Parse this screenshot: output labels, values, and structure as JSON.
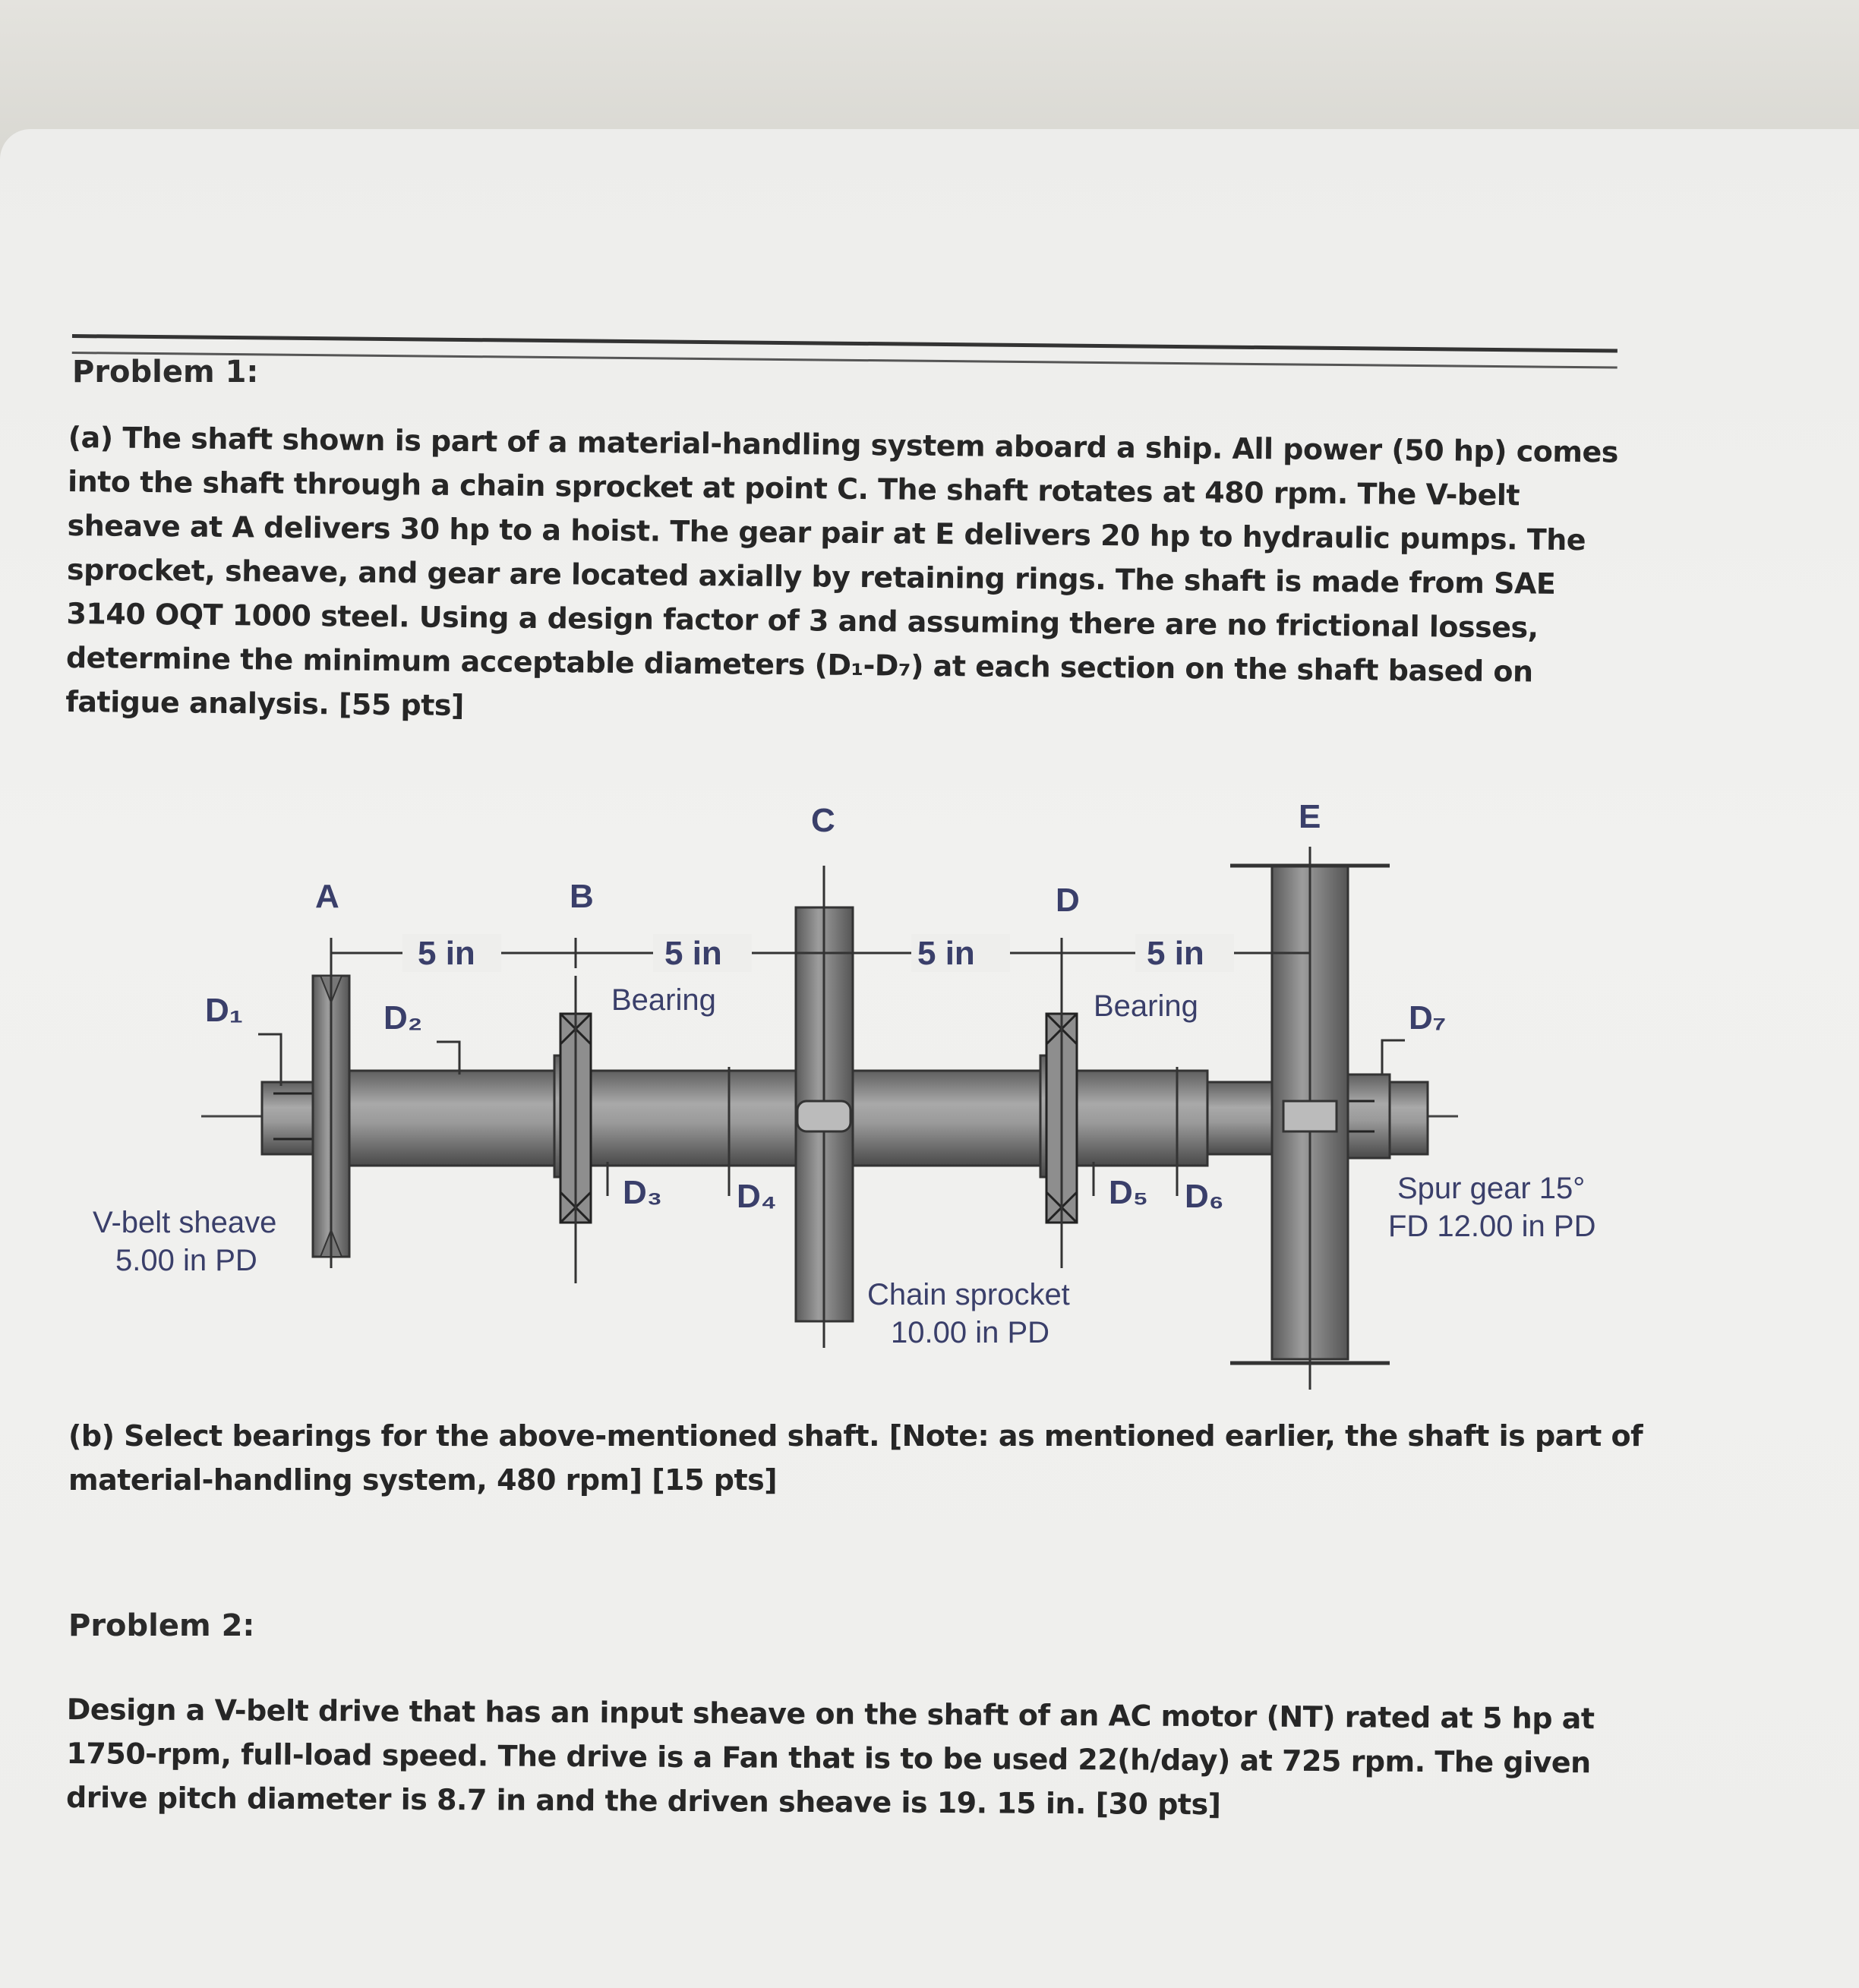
{
  "problem1": {
    "title": "Problem 1:",
    "part_a_text": "(a) The shaft shown is part of a material-handling system aboard a ship. All power (50 hp) comes into the shaft through a chain sprocket at point C. The shaft rotates at 480 rpm. The V-belt sheave at A delivers 30 hp to a hoist. The gear pair at E delivers 20 hp to hydraulic pumps. The sprocket, sheave, and gear are located axially by retaining rings. The shaft is made from SAE 3140 OQT 1000 steel. Using a design factor of 3 and assuming there are no frictional losses, determine the minimum acceptable diameters (D₁-D₇) at each section on the shaft based on fatigue analysis.",
    "part_a_points": "[55 pts]",
    "part_b_text": "(b) Select bearings for the above-mentioned shaft. [Note: as mentioned earlier, the shaft is part of material-handling system, 480 rpm]",
    "part_b_points": "[15 pts]"
  },
  "figure": {
    "point_labels": {
      "A": "A",
      "B": "B",
      "C": "C",
      "D": "D",
      "E": "E"
    },
    "spacing": [
      "5 in",
      "5 in",
      "5 in",
      "5 in"
    ],
    "bearing_left": "Bearing",
    "bearing_right": "Bearing",
    "diameters": {
      "d1": "D₁",
      "d2": "D₂",
      "d3": "D₃",
      "d4": "D₄",
      "d5": "D₅",
      "d6": "D₆",
      "d7": "D₇"
    },
    "sheave_line1": "V-belt sheave",
    "sheave_line2": "5.00 in PD",
    "sprocket_line1": "Chain sprocket",
    "sprocket_line2": "10.00 in PD",
    "gear_line1": "Spur gear 15°",
    "gear_line2": "FD 12.00 in PD"
  },
  "problem2": {
    "title": "Problem 2:",
    "text": "Design a V-belt drive that has an input sheave on the shaft of an AC motor (NT) rated at 5 hp at 1750-rpm, full-load speed. The drive is a Fan that is to be used 22(h/day) at 725 rpm. The given drive pitch diameter is 8.7 in and the driven sheave is 19. 15 in.",
    "points": "[30 pts]"
  }
}
